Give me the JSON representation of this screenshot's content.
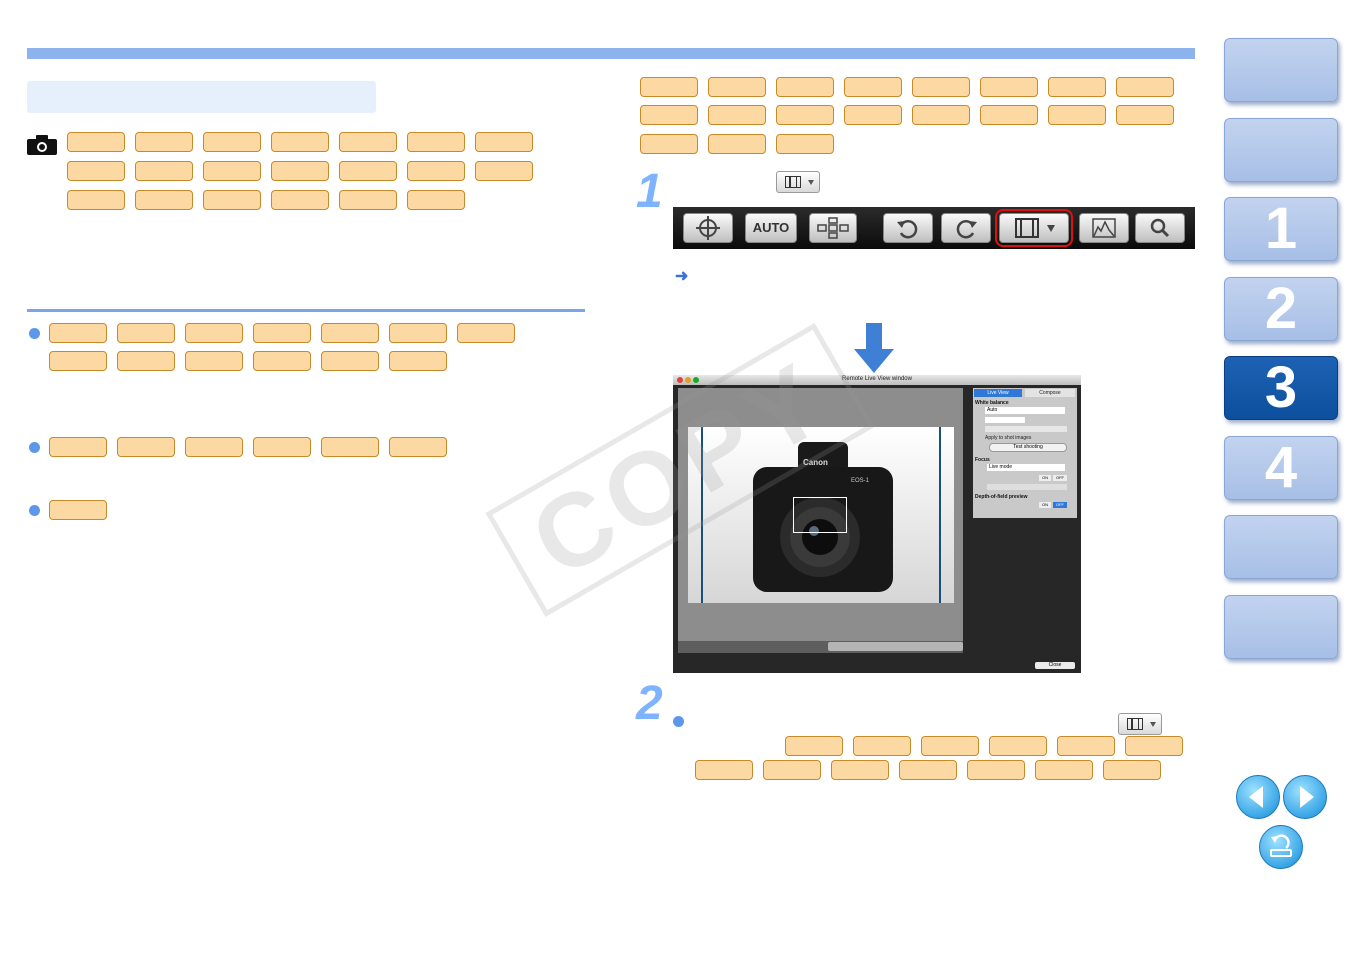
{
  "watermark": "COPY",
  "nav_tabs": [
    {
      "label": ""
    },
    {
      "label": ""
    },
    {
      "label": "1"
    },
    {
      "label": "2"
    },
    {
      "label": "3"
    },
    {
      "label": "4"
    },
    {
      "label": ""
    },
    {
      "label": ""
    }
  ],
  "steps": [
    "1",
    "2"
  ],
  "toolbar": {
    "auto_label": "AUTO"
  },
  "screenshot": {
    "window_title": "Remote Live View window",
    "tab_live_view": "Live View",
    "tab_compose": "Compose",
    "white_balance_heading": "White balance",
    "wb_value": "Auto",
    "apply_label": "Apply to shot images",
    "test_shooting": "Test shooting",
    "focus_heading": "Focus",
    "focus_value": "Live mode",
    "on_label": "ON",
    "off_label": "OFF",
    "dof_heading": "Depth-of-field preview",
    "close_label": "Close",
    "camera_brand": "Canon",
    "camera_model": "EOS-1"
  },
  "colors": {
    "accent": "#8db3ee",
    "chip_fill": "#fcd9a3",
    "chip_border": "#c88a28",
    "active_tab": "#0c4f9d"
  }
}
